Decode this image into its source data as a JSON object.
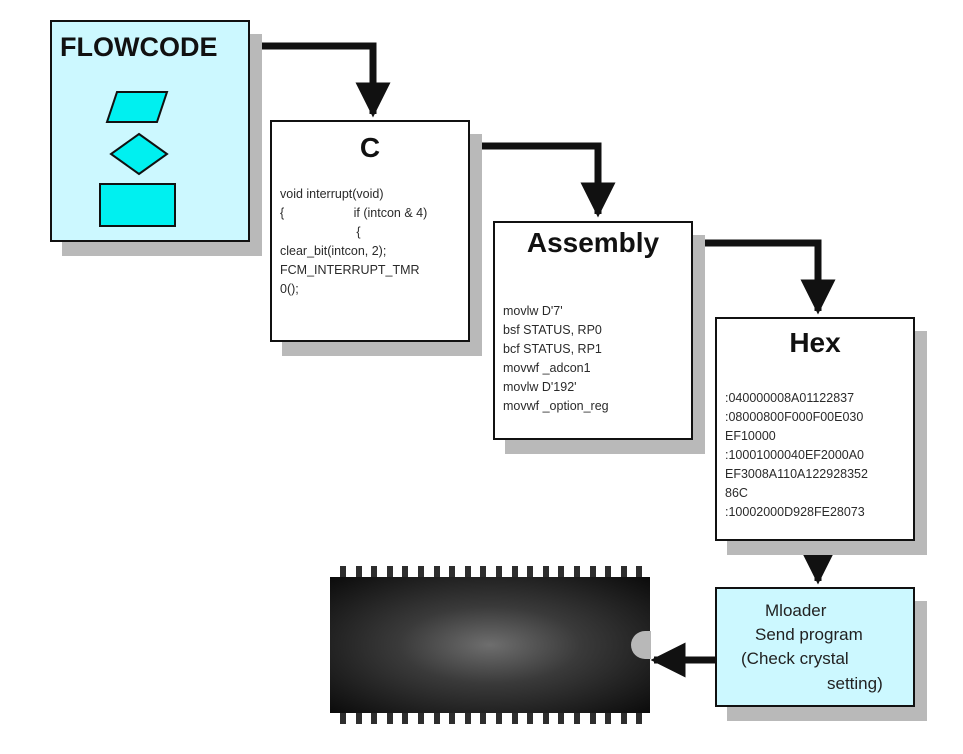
{
  "boxes": {
    "flowcode": {
      "title": "FLOWCODE"
    },
    "c": {
      "title": "C",
      "code": "void interrupt(void)\n{                    if (intcon & 4)\n                      {\nclear_bit(intcon, 2);\nFCM_INTERRUPT_TMR\n0();"
    },
    "assembly": {
      "title": "Assembly",
      "code": "movlw D'7'\nbsf STATUS, RP0\nbcf STATUS, RP1\nmovwf _adcon1\nmovlw D'192'\nmovwf _option_reg"
    },
    "hex": {
      "title": "Hex",
      "code": ":040000008A01122837\n:08000800F000F00E030\nEF10000\n:10001000040EF2000A0\nEF3008A110A122928352\n86C\n:10002000D928FE28073"
    },
    "mloader": {
      "line1": "Mloader",
      "line2": "Send program",
      "line3": "(Check crystal",
      "line4": "setting)"
    }
  },
  "colors": {
    "box_fill_light": "#ccf8ff",
    "shape_fill": "#00f0f0",
    "outline": "#111111",
    "shadow": "#b9b9b9"
  }
}
